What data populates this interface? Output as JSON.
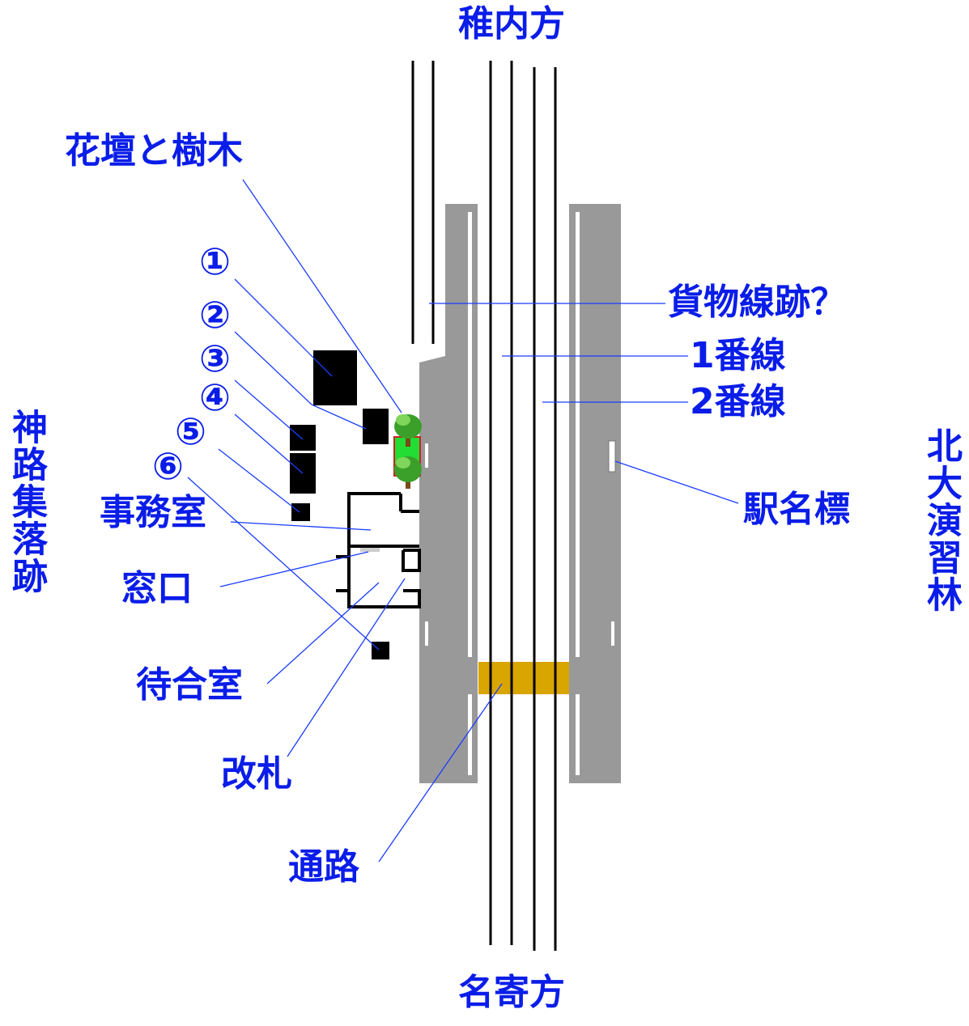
{
  "labels": {
    "north": "稚内方",
    "south": "名寄方",
    "west": "神路集落跡",
    "east": "北大演習林",
    "flowerbed": "花壇と樹木",
    "freight_line": "貨物線跡？",
    "track1": "1番線",
    "track2": "2番線",
    "station_sign": "駅名標",
    "office": "事務室",
    "window": "窓口",
    "waiting_room": "待合室",
    "ticket_gate": "改札",
    "passage": "通路",
    "n1": "①",
    "n2": "②",
    "n3": "③",
    "n4": "④",
    "n5": "⑤",
    "n6": "⑥"
  },
  "colors": {
    "label": "#0a1de8",
    "leader": "#1a3cff",
    "platform": "#999999",
    "passage": "#d9a500",
    "structure": "#000000",
    "flowerbed": "#22dd33",
    "tree": "#3aa02a"
  }
}
